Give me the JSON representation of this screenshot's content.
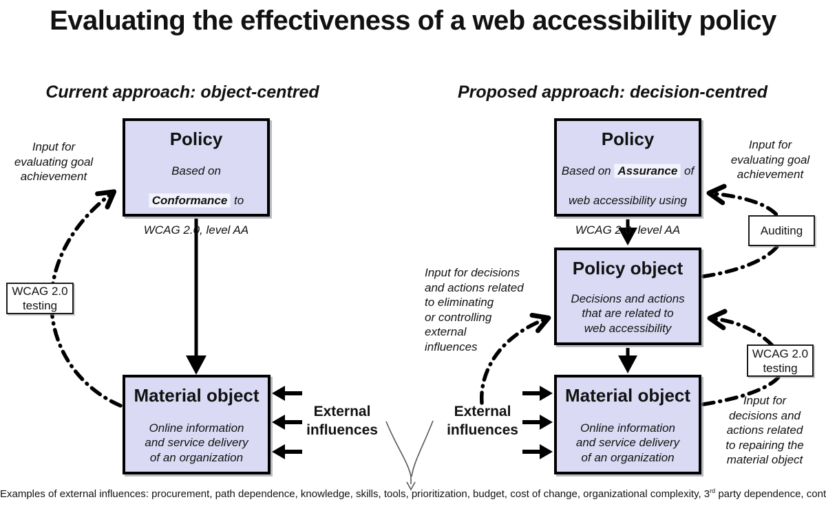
{
  "title": "Evaluating the effectiveness of a web accessibility policy",
  "sections": {
    "left": {
      "heading": "Current approach: object-centred",
      "policy": {
        "title": "Policy",
        "body_pre": "Based on",
        "body_highlight": "Conformance",
        "body_mid": " to",
        "body_tail": "WCAG 2.0, level AA"
      },
      "feedback_label": [
        "Input for",
        "evaluating goal",
        "achievement"
      ],
      "tool_box": [
        "WCAG 2.0",
        "testing"
      ],
      "material": {
        "title": "Material object",
        "body": [
          "Online information",
          "and service delivery",
          "of an organization"
        ]
      },
      "external_label": [
        "External",
        "influences"
      ]
    },
    "right": {
      "heading": "Proposed approach: decision-centred",
      "policy": {
        "title": "Policy",
        "body_pre": "Based on ",
        "body_highlight": "Assurance",
        "body_mid": " of",
        "body_line2": "web accessibility using",
        "body_tail": "WCAG 2.0, level AA"
      },
      "feedback_label": [
        "Input for",
        "evaluating goal",
        "achievement"
      ],
      "auditing_box": "Auditing",
      "policy_object": {
        "title": "Policy object",
        "body": [
          "Decisions and actions",
          "that are related to",
          "web accessibility"
        ]
      },
      "tool_box": [
        "WCAG 2.0",
        "testing"
      ],
      "material": {
        "title": "Material object",
        "body": [
          "Online information",
          "and service delivery",
          "of an organization"
        ]
      },
      "external_label": [
        "External",
        "influences"
      ],
      "eliminating_label": [
        "Input for decisions",
        "and actions related",
        "to eliminating",
        "or controlling",
        "external",
        "influences"
      ],
      "repairing_label": [
        "Input for",
        "decisions and",
        "actions related",
        "to repairing the",
        "material object"
      ]
    }
  },
  "footer": {
    "pre": "Examples of external influences: procurement, path dependence, knowledge, skills, tools, prioritization, budget, cost of change, organizational complexity, 3",
    "sup": "rd",
    "post": " party dependence, contracts, etc."
  },
  "colors": {
    "box_fill": "#dadaf4",
    "box_border": "#000000",
    "highlight_fill": "#f3f3fd",
    "small_box_fill": "#ffffff",
    "arrow": "#000000",
    "text": "#111111"
  }
}
